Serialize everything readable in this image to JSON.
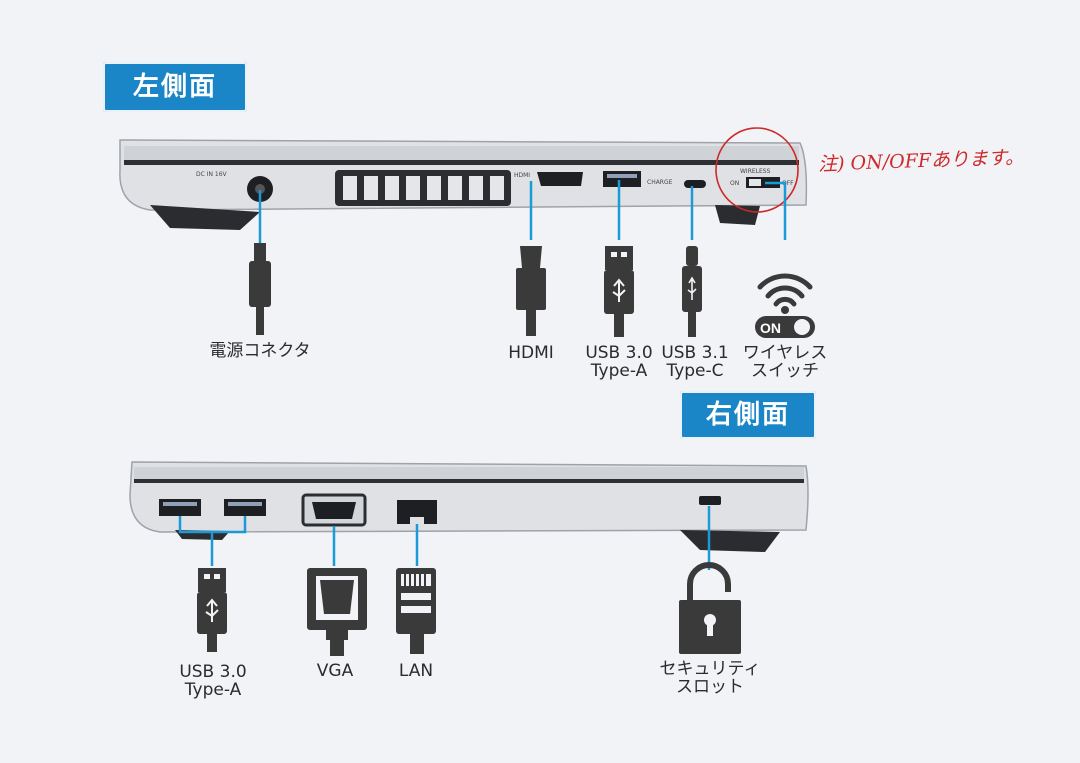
{
  "left_side": {
    "title": "左側面",
    "ports": [
      {
        "label_lines": [
          "電源コネクタ"
        ]
      },
      {
        "label_lines": [
          "HDMI"
        ]
      },
      {
        "label_lines": [
          "USB 3.0",
          "Type-A"
        ]
      },
      {
        "label_lines": [
          "USB 3.1",
          "Type-C"
        ]
      },
      {
        "label_lines": [
          "ワイヤレス",
          "スイッチ"
        ]
      }
    ],
    "body_marks": {
      "dc_in": "DC IN 16V",
      "hdmi": "HDMI",
      "usb_charge": "CHARGE",
      "wireless": "WIRELESS",
      "on": "ON",
      "off": "OFF"
    },
    "wireless_switch_icon": {
      "icon": "wifi-icon",
      "state_label": "ON"
    },
    "handwritten_note": "注) ON/OFFあります。"
  },
  "right_side": {
    "title": "右側面",
    "ports": [
      {
        "label_lines": [
          "USB 3.0",
          "Type-A"
        ]
      },
      {
        "label_lines": [
          "VGA"
        ]
      },
      {
        "label_lines": [
          "LAN"
        ]
      },
      {
        "label_lines": [
          "セキュリティ",
          "スロット"
        ]
      }
    ]
  },
  "colors": {
    "badge": "#1a86c8",
    "connector_line": "#1a9ad6",
    "note": "#cc2a2a",
    "icon": "#3a3a3a"
  }
}
